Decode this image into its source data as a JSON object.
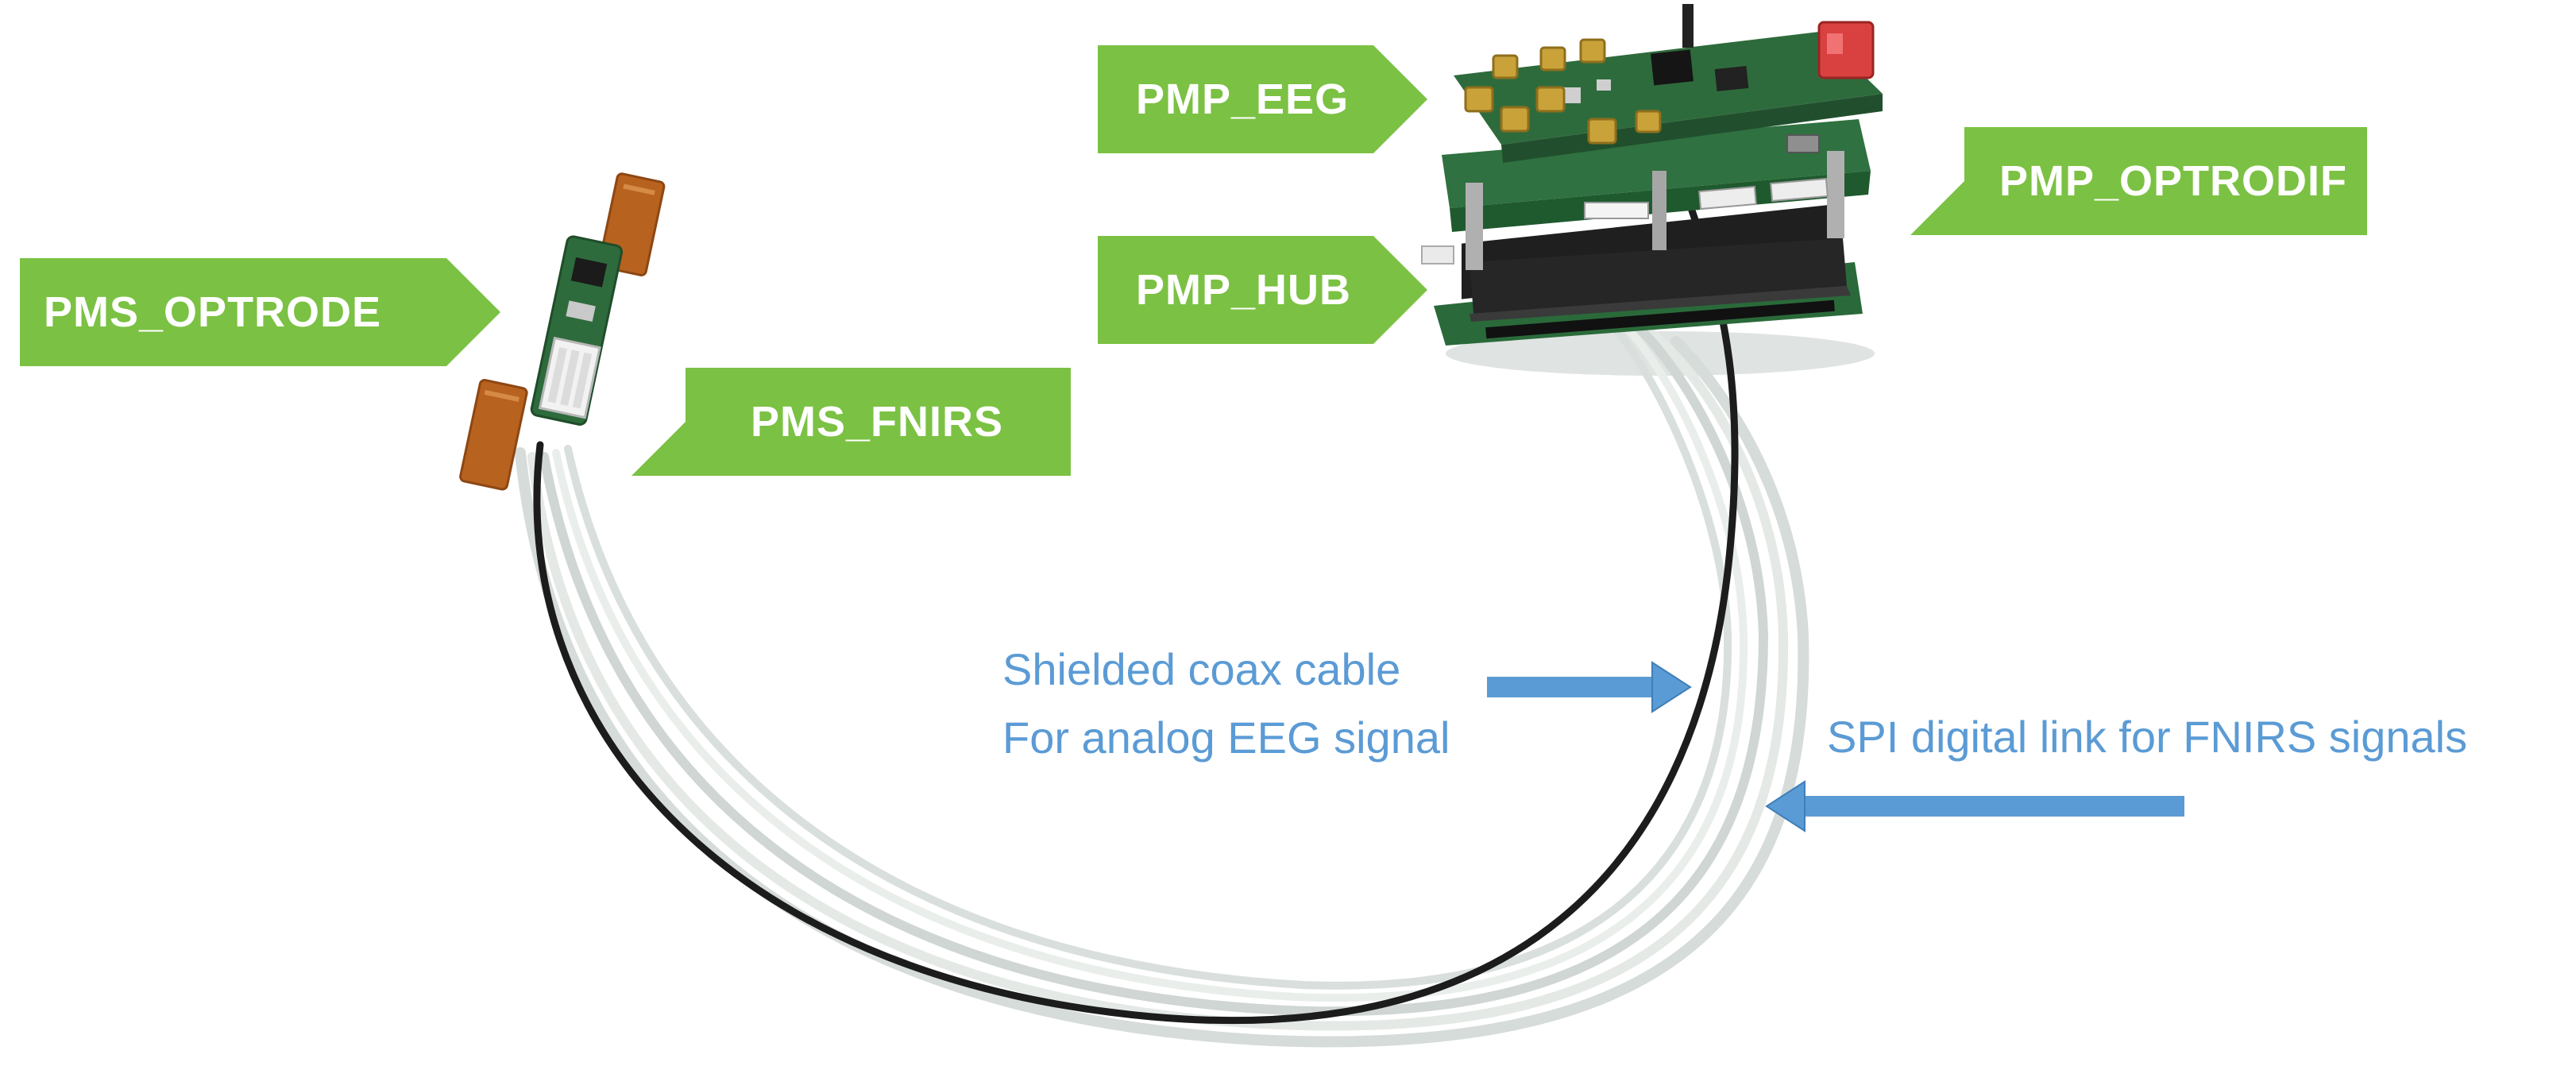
{
  "labels": {
    "pmp_eeg": "PMP_EEG",
    "pmp_optrodif": "PMP_OPTRODIF",
    "pmp_hub": "PMP_HUB",
    "pms_optrode": "PMS_OPTRODE",
    "pms_fnirs": "PMS_FNIRS"
  },
  "annotations": {
    "coax_line1": "Shielded coax cable",
    "coax_line2": "For analog EEG signal",
    "spi": "SPI digital link for FNIRS signals"
  },
  "colors": {
    "tag_green": "#7bc143",
    "annotation_blue": "#5b9bd5",
    "pcb_green": "#2e6b3c",
    "flex_copper": "#b8621f"
  }
}
